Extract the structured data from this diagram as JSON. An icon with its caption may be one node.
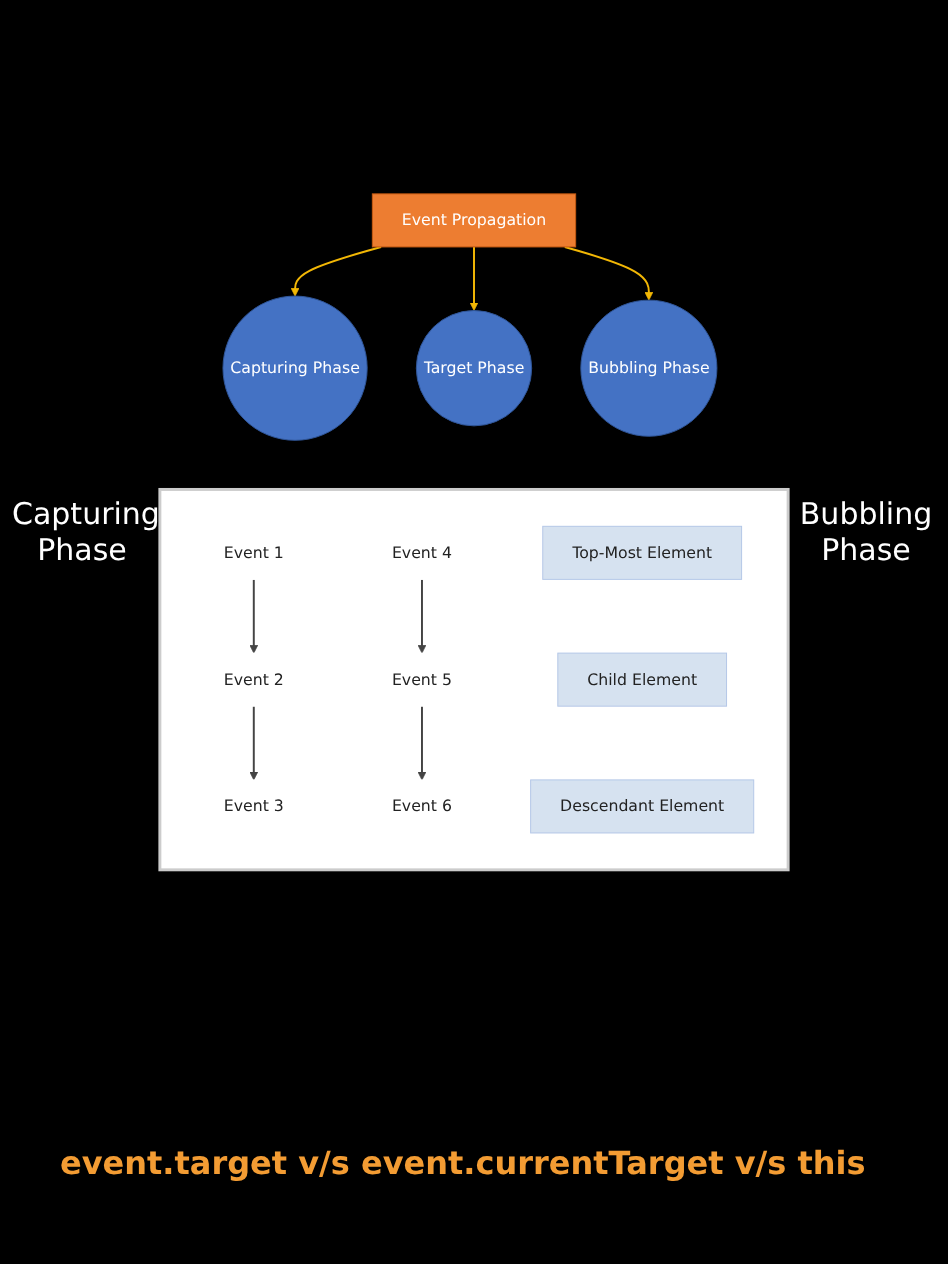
{
  "diagram": {
    "caption": "event.target v/s event.currentTarget v/s this",
    "nodes": [
      {
        "text": [
          "Event Propagation"
        ]
      },
      {
        "text": [
          "Capturing Phase"
        ]
      },
      {
        "text": [
          "Target Phase"
        ]
      },
      {
        "text": [
          "Bubbling Phase"
        ]
      },
      {
        "text": [],
        "shape": "box"
      },
      {
        "text": [
          "Event 1"
        ],
        "in": 4
      },
      {
        "text": [
          "Top-Most Element"
        ],
        "in": 4
      },
      {
        "text": [
          "Event 6"
        ],
        "in": 4
      },
      {
        "text": [
          "Event 2"
        ],
        "in": 4
      },
      {
        "text": [
          "Child Element"
        ],
        "in": 4
      },
      {
        "text": [
          "Event 5"
        ],
        "in": 4
      },
      {
        "text": [
          "Event 3"
        ],
        "in": 4
      },
      {
        "text": [
          "Descendant Element"
        ],
        "in": 4
      },
      {
        "text": [
          "Event 4"
        ],
        "in": 4
      }
    ],
    "edges": [
      {
        "from": 0,
        "to": 1,
        "arrow": "to",
        "color": "#f2b705"
      },
      {
        "from": 0,
        "to": 2,
        "arrow": "to",
        "color": "#f2b705"
      },
      {
        "from": 0,
        "to": 3,
        "arrow": "to",
        "color": "#f2b705"
      },
      {
        "from": 5,
        "to": 8,
        "arrow": "to"
      },
      {
        "from": 8,
        "to": 11,
        "arrow": "to"
      },
      {
        "from": 13,
        "to": 10,
        "arrow": "to"
      },
      {
        "from": 10,
        "to": 7,
        "arrow": "to"
      }
    ],
    "labels": [
      "Capturing Phase",
      "Bubbling Phase"
    ]
  }
}
